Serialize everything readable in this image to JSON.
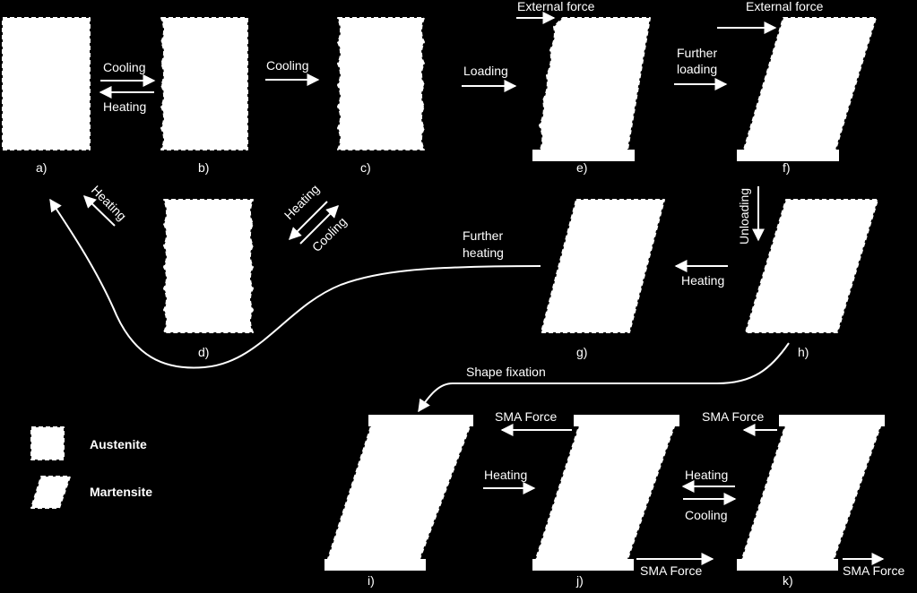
{
  "colors": {
    "background": "#000000",
    "foreground": "#ffffff"
  },
  "panels": {
    "a": "a)",
    "b": "b)",
    "c": "c)",
    "d": "d)",
    "e": "e)",
    "f": "f)",
    "g": "g)",
    "h": "h)",
    "i": "i)",
    "j": "j)",
    "k": "k)"
  },
  "transitions": {
    "a_b_cooling": "Cooling",
    "b_a_heating": "Heating",
    "b_c_cooling": "Cooling",
    "c_e_loading": "Loading",
    "e_external_force": "External force",
    "f_external_force": "External force",
    "e_f_further_line1": "Further",
    "e_f_further_line2": "loading",
    "f_h_unloading": "Unloading",
    "h_g_heating": "Heating",
    "g_further_line1": "Further",
    "g_further_line2": "heating",
    "d_a_heating": "Heating",
    "c_d_heating": "Heating",
    "d_c_cooling": "Cooling",
    "h_i_shape_fixation": "Shape fixation",
    "i_j_heating": "Heating",
    "j_sma_force_top": "SMA Force",
    "j_sma_force_bottom": "SMA Force",
    "k_sma_force_top": "SMA Force",
    "k_sma_force_bottom": "SMA Force",
    "j_k_heating": "Heating",
    "j_k_cooling": "Cooling"
  },
  "legend": {
    "austenite": "Austenite",
    "martensite": "Martensite"
  }
}
